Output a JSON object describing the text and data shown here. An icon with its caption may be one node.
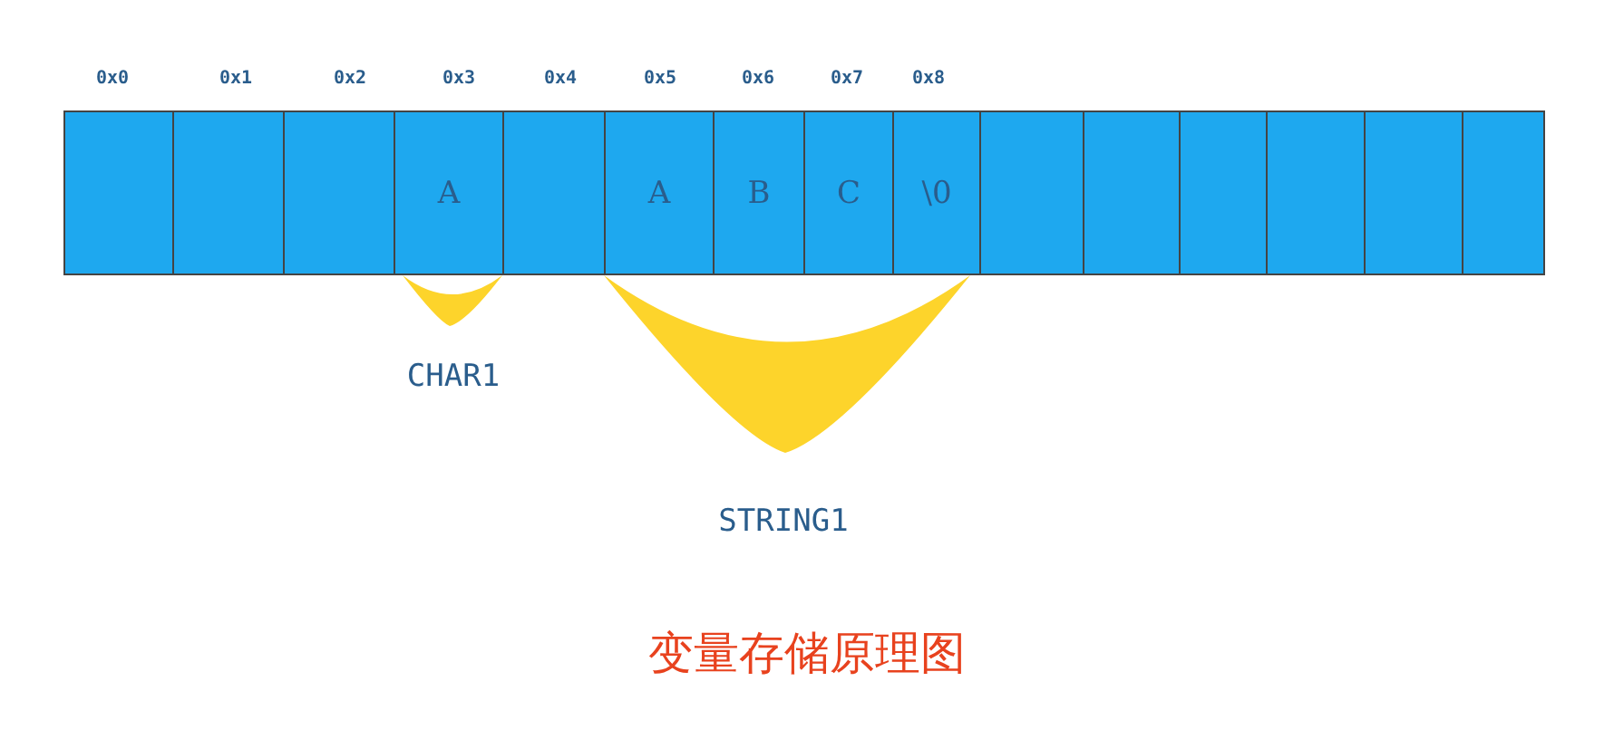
{
  "diagram": {
    "caption": "变量存储原理图",
    "nodes": [
      {
        "text": [],
        "shape": "box"
      },
      {
        "text": [],
        "shape": "box"
      },
      {
        "text": [],
        "shape": "box"
      },
      {
        "text": [
          "A"
        ]
      },
      {
        "text": [],
        "shape": "box"
      },
      {
        "text": [
          "A"
        ]
      },
      {
        "text": [
          "B"
        ]
      },
      {
        "text": [
          "C"
        ]
      },
      {
        "text": [
          "\\0"
        ]
      },
      {
        "text": [],
        "shape": "box"
      },
      {
        "text": [],
        "shape": "box"
      },
      {
        "text": [],
        "shape": "box"
      },
      {
        "text": [],
        "shape": "box"
      },
      {
        "text": [],
        "shape": "box"
      },
      {
        "text": [],
        "shape": "box"
      }
    ],
    "labels": [
      "0x0",
      "0x1",
      "0x2",
      "0x3",
      "0x4",
      "0x5",
      "0x6",
      "0x7",
      "0x8",
      "CHAR1",
      "STRING1"
    ]
  }
}
